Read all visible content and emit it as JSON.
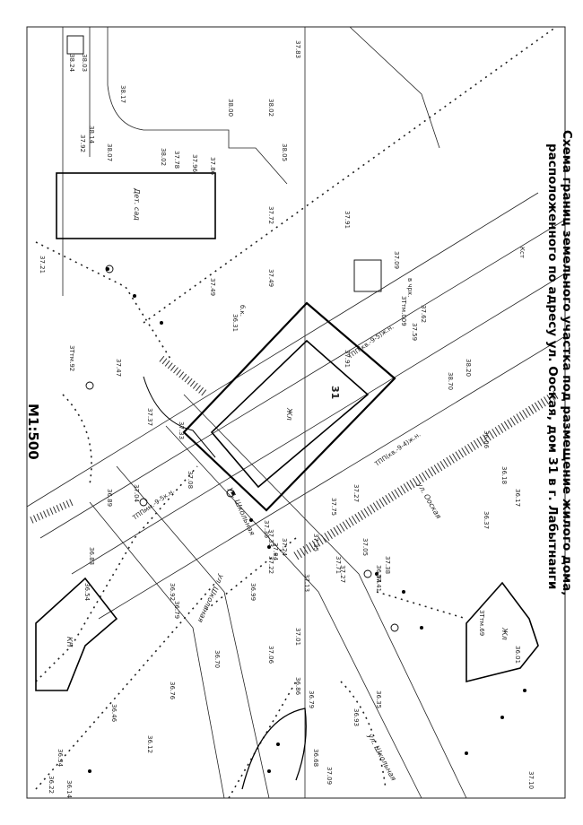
{
  "title": {
    "line1": "Схема границ земельного участка под размещение жилого дома,",
    "line2": "расположенного по адресу ул. Ооская, дом 31 в г. Лабытнанги"
  },
  "scale": "M1:500",
  "parcel": {
    "number": "31",
    "building_label": "Жл"
  },
  "buildings": {
    "det_sad": "Дет. сад",
    "kn_left": "КН",
    "house_right": "Жл"
  },
  "streets": {
    "shkolnaya_1": "ул. Школьная",
    "shkolnaya_2": "ул. Школьная",
    "shkolnaya_3": "ул. Школьная",
    "ooskaya": "ул. Ооская"
  },
  "elevations": [
    "38.24",
    "38.03",
    "38.17",
    "37.83",
    "38.05",
    "38.14",
    "37.92",
    "38.07",
    "38.02",
    "37.78",
    "37.96",
    "37.86",
    "37.72",
    "37.49",
    "37.91",
    "38.02",
    "38.00",
    "37.21",
    "36.31",
    "37.91",
    "37.47",
    "37.37",
    "36.89",
    "37.33",
    "37.04",
    "37.08",
    "36.83",
    "36.54",
    "36.92",
    "36.79",
    "36.46",
    "36.76",
    "36.70",
    "37.01",
    "37.04",
    "37.35",
    "37.13",
    "37.22",
    "37.33",
    "37.27",
    "36.86",
    "37.05",
    "37.75",
    "36.99",
    "36.35",
    "36.93",
    "36.79",
    "37.06",
    "37.24",
    "37.71",
    "37.10",
    "36.68",
    "37.09",
    "37.36",
    "37.38",
    "36.94",
    "36.18",
    "36.06",
    "36.37",
    "38.20",
    "37.09",
    "38.70",
    "37.62",
    "37.59",
    "36.17",
    "36.01",
    "36.22",
    "36.14",
    "37.41",
    "37.27",
    "36.12",
    "36.34",
    "37.49"
  ],
  "notes": {
    "kolodets_1": "3Ттм.009",
    "kolodets_2": "3Ттм.92",
    "kolodets_3": "3Ттм.69",
    "telecom_1": "ТПП(кв.-9-5)ж.н.",
    "telecom_2": "ТПП(кв.-9-4)ж.н.",
    "telecom_3": "ТППмм.-9-5к.н.",
    "kst": "Кст",
    "bvs": "б.к.",
    "chr": "в чрх."
  }
}
